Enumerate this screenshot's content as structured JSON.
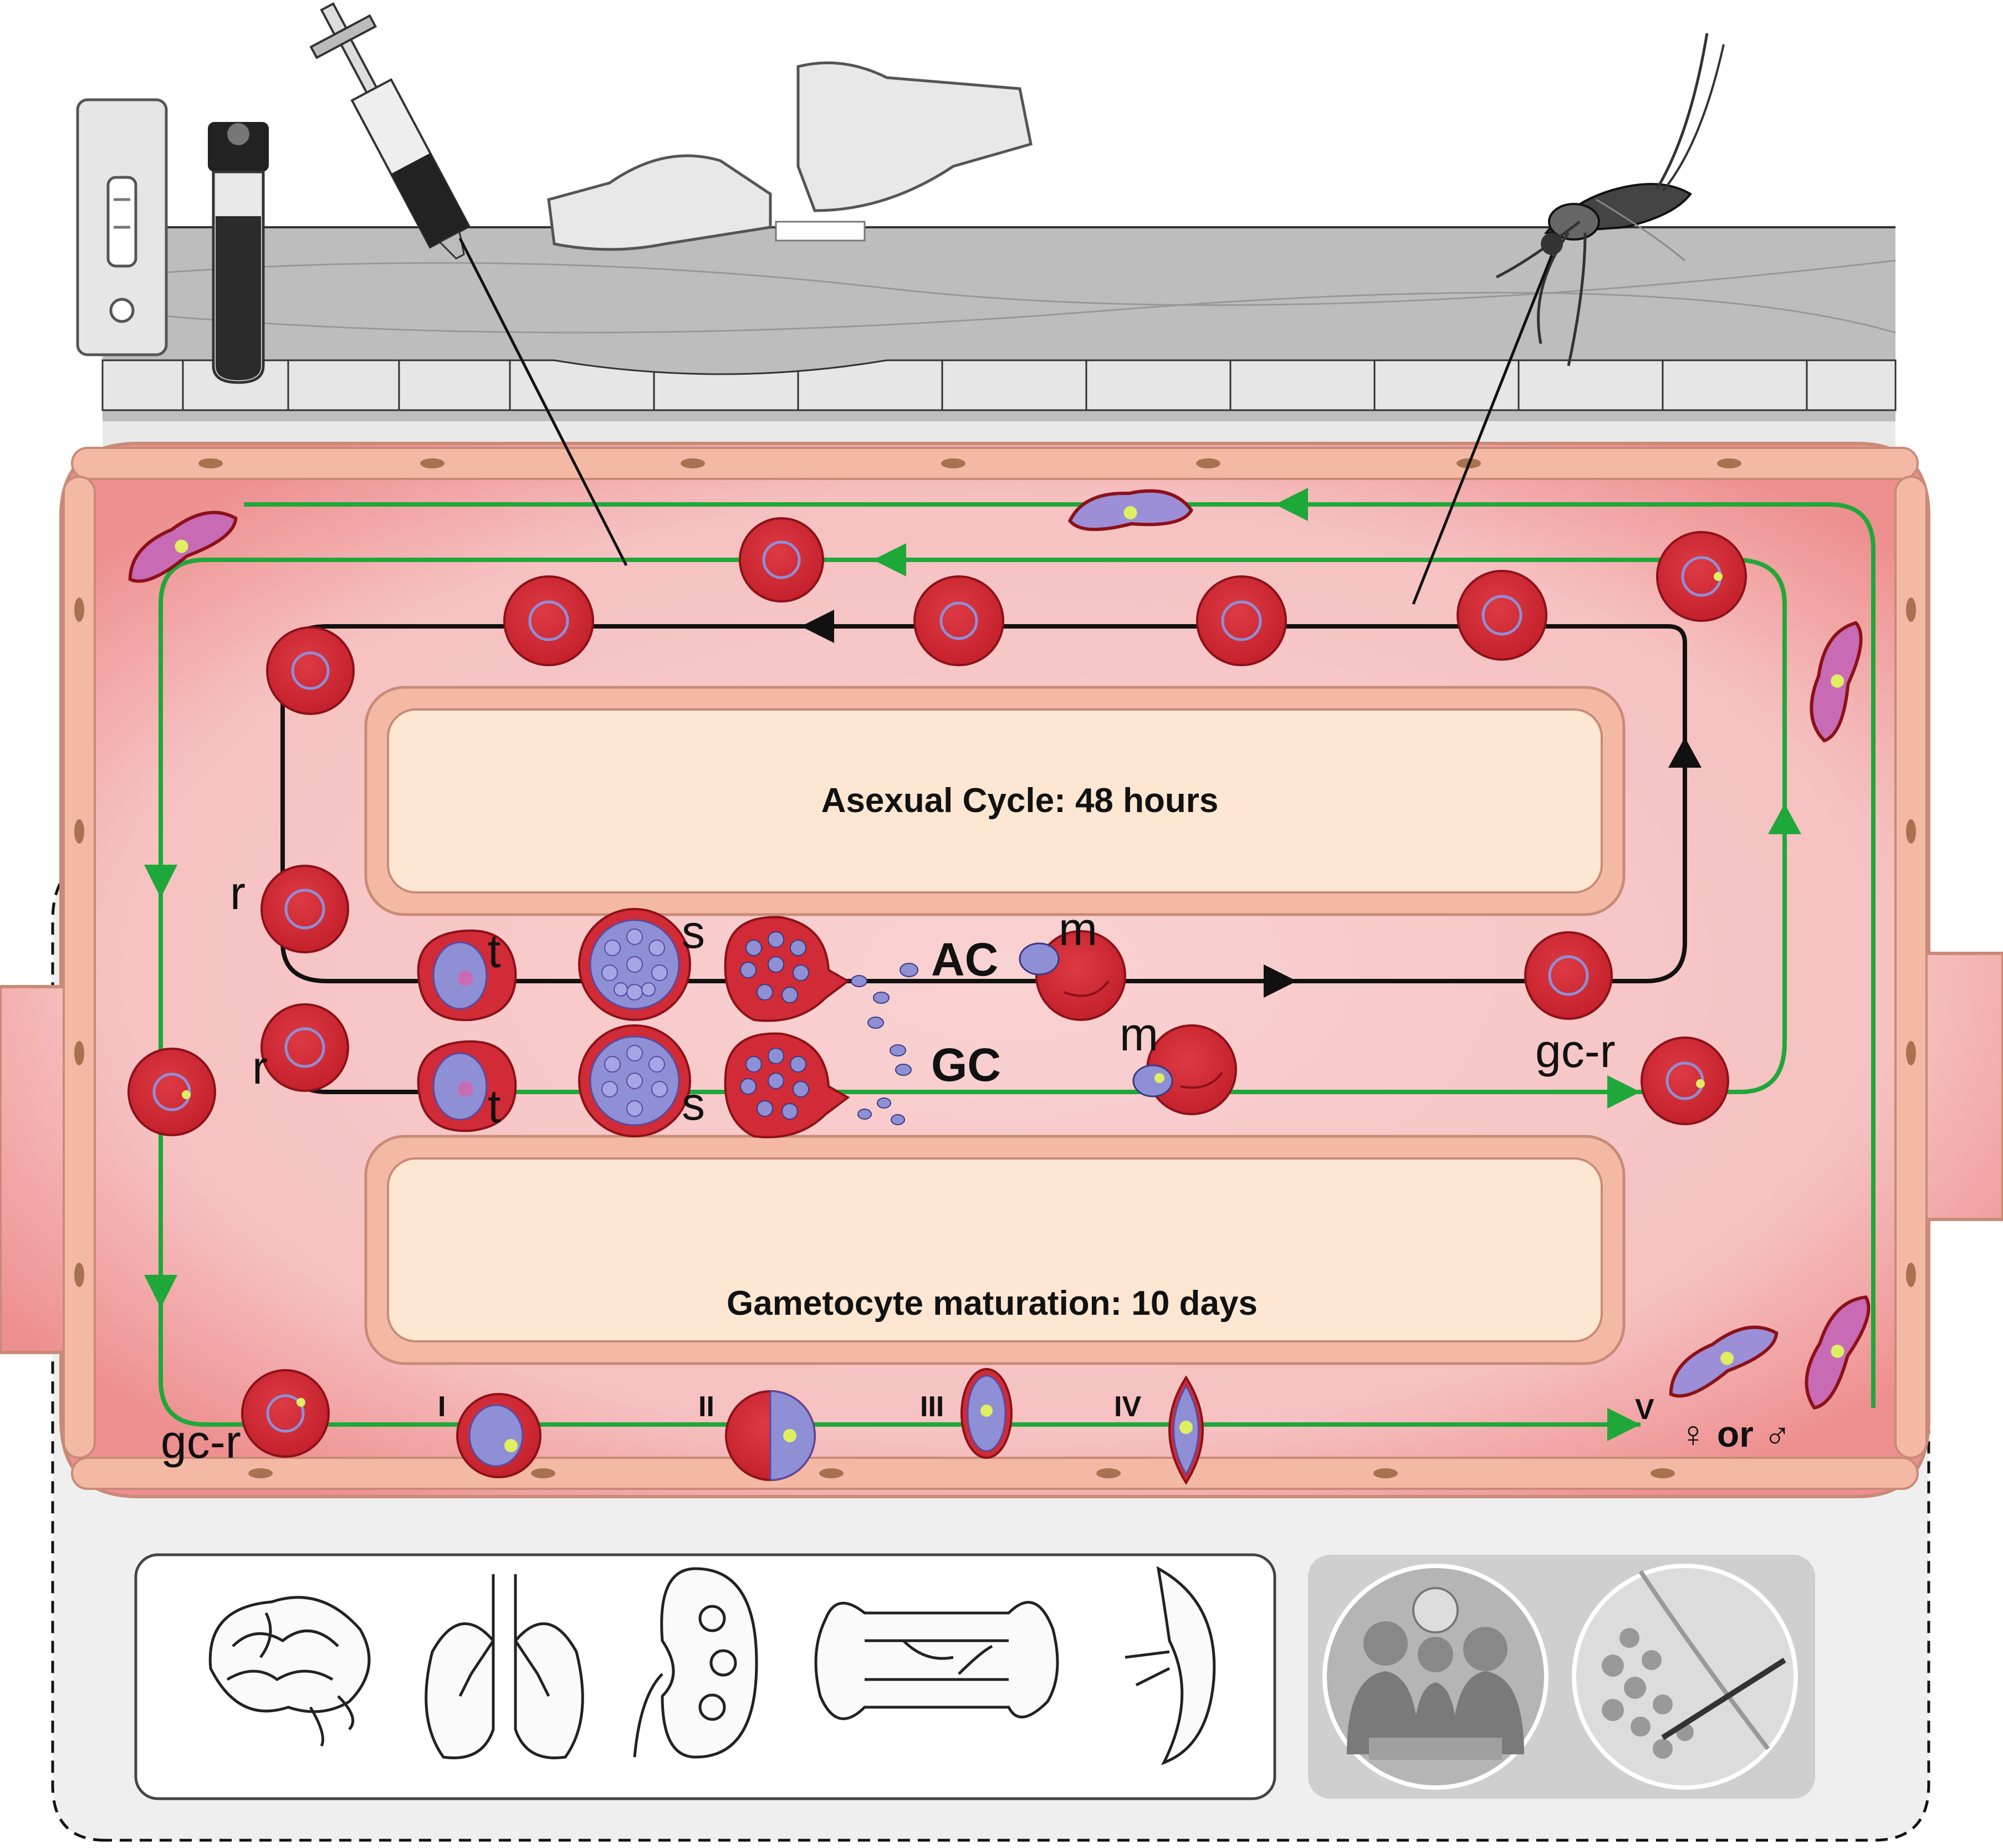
{
  "colors": {
    "vessel": "#f6c6c6",
    "vessel_glow": "#ee8f8f",
    "endothelium": "#f4b9a4",
    "endothelium_edge": "#c98a78",
    "nucleus": "#a8714f",
    "rbc": "#d02b36",
    "rbc_edge": "#8c1119",
    "parasite": "#8f8fd6",
    "gametocyte_violet": "#9c8fd8",
    "gametocyte_pink": "#c86bb4",
    "chromatin": "#e0ee62",
    "arrow_green": "#1fa83a",
    "arrow_black": "#111111",
    "inner_block": "#fde7d2",
    "skin": "#bdbdbd",
    "skin_dark": "#9a9a9a",
    "panel_bg": "#efefef",
    "panel_gray": "#cfcfcf"
  },
  "labels": {
    "asexual_cycle": "Asexual Cycle: 48 hours",
    "gametocyte_maturation": "Gametocyte maturation: 10 days",
    "ac": "AC",
    "gc": "GC",
    "ring": "r",
    "trophozoite": "t",
    "schizont": "s",
    "merozoite": "m",
    "gc_ring": "gc-r",
    "stage_1": "I",
    "stage_2": "II",
    "stage_3": "III",
    "stage_4": "IV",
    "stage_5": "V",
    "sex": "♀ or ♂"
  },
  "icons": {
    "diagnostics": [
      "rapid-test-cassette-icon",
      "blood-tube-icon",
      "syringe-icon",
      "gloved-hands-smear-icon",
      "mosquito-icon"
    ],
    "organs": [
      "brain-icon",
      "lungs-icon",
      "kidney-icon",
      "bone-marrow-icon",
      "spleen-icon"
    ],
    "procedures": [
      "surgery-team-icon",
      "biopsy-needle-icon"
    ]
  }
}
